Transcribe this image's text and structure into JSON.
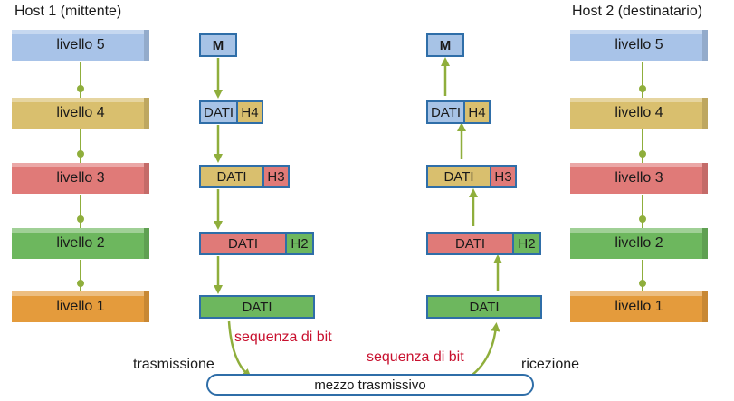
{
  "host1": {
    "title": "Host 1 (mittente)",
    "layers": [
      {
        "label": "livello 5",
        "color": "#a8c3e8"
      },
      {
        "label": "livello 4",
        "color": "#d9bf6e"
      },
      {
        "label": "livello 3",
        "color": "#e07a78"
      },
      {
        "label": "livello 2",
        "color": "#6db75e"
      },
      {
        "label": "livello 1",
        "color": "#e49b3c"
      }
    ]
  },
  "host2": {
    "title": "Host 2 (destinatario)",
    "layers": [
      {
        "label": "livello 5",
        "color": "#a8c3e8"
      },
      {
        "label": "livello 4",
        "color": "#d9bf6e"
      },
      {
        "label": "livello 3",
        "color": "#e07a78"
      },
      {
        "label": "livello 2",
        "color": "#6db75e"
      },
      {
        "label": "livello 1",
        "color": "#e49b3c"
      }
    ]
  },
  "packets": {
    "message": "M",
    "data": "DATI",
    "headers": [
      "H4",
      "H3",
      "H2"
    ],
    "colors": {
      "m": "#a7c3e6",
      "l4_data": "#a7c3e6",
      "l4_header": "#d9bf6e",
      "l3_data": "#d9bf6e",
      "l3_header": "#e07a78",
      "l2_data": "#e07a78",
      "l2_header": "#6db75e",
      "l1_data": "#6db75e"
    }
  },
  "labels": {
    "bit_sequence_left": "sequenza di bit",
    "bit_sequence_right": "sequenza di bit",
    "transmission": "trasmissione",
    "reception": "ricezione",
    "medium": "mezzo trasmissivo"
  },
  "colors": {
    "arrow": "#8fae3c",
    "border": "#2f6ea8",
    "highlight_text": "#c8102e"
  }
}
